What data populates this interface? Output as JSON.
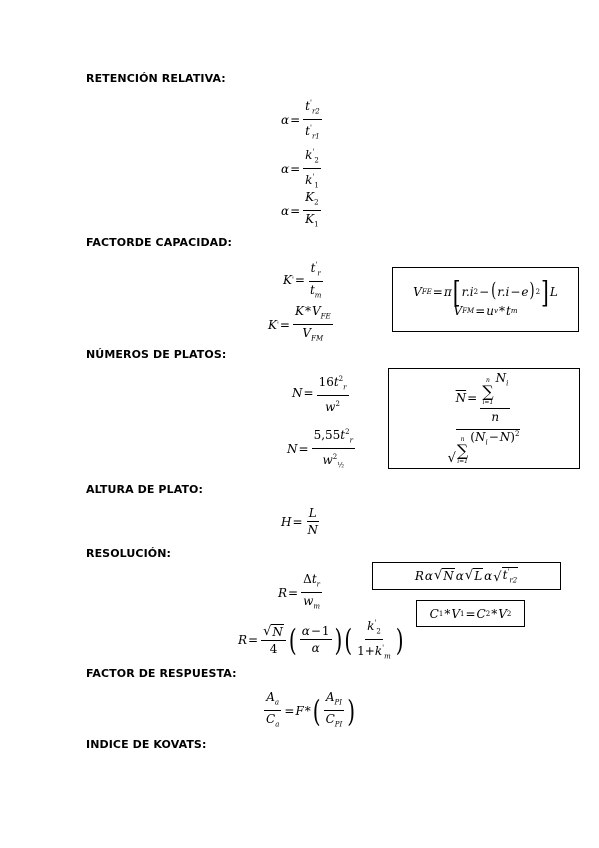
{
  "headings": {
    "retencion": "RETENCIÓN RELATIVA:",
    "capacidad": "FACTORDE CAPACIDAD:",
    "platos": "NÚMEROS DE PLATOS:",
    "altura": "ALTURA DE PLATO:",
    "resolucion": "RESOLUCIÓN:",
    "respuesta": "FACTOR DE RESPUESTA:",
    "kovats": "INDICE DE KOVATS:"
  },
  "equations": {
    "alpha1": "α = t'r2 / t'r1",
    "alpha2": "α = k'2 / k'1",
    "alpha3": "α = K2 / K1",
    "k1": "K' = t'r / tm",
    "k2": "K' = K*VFE / VFM",
    "box_ve": "VFE = π[r.i² − (r.i − e)²]L",
    "box_vm": "VFM = uv * tm",
    "n1": "N = 16 tr² / w²",
    "n2": "N = 5,55 tr² / w½²",
    "box_nbar": "N̄ = ΣNi / n",
    "box_sigma": "√Σ(Ni − N̄)²",
    "h": "H = L / N",
    "r1": "R = Δtr / wm",
    "r2": "R = (√N/4)((α−1)/α)(k'2/(1+k'm))",
    "box_r": "R α √N α √L α √t'r2",
    "box_c": "C1*V1 = C2*V2",
    "resp": "Aa/Ca = F*(API/CPI)"
  }
}
